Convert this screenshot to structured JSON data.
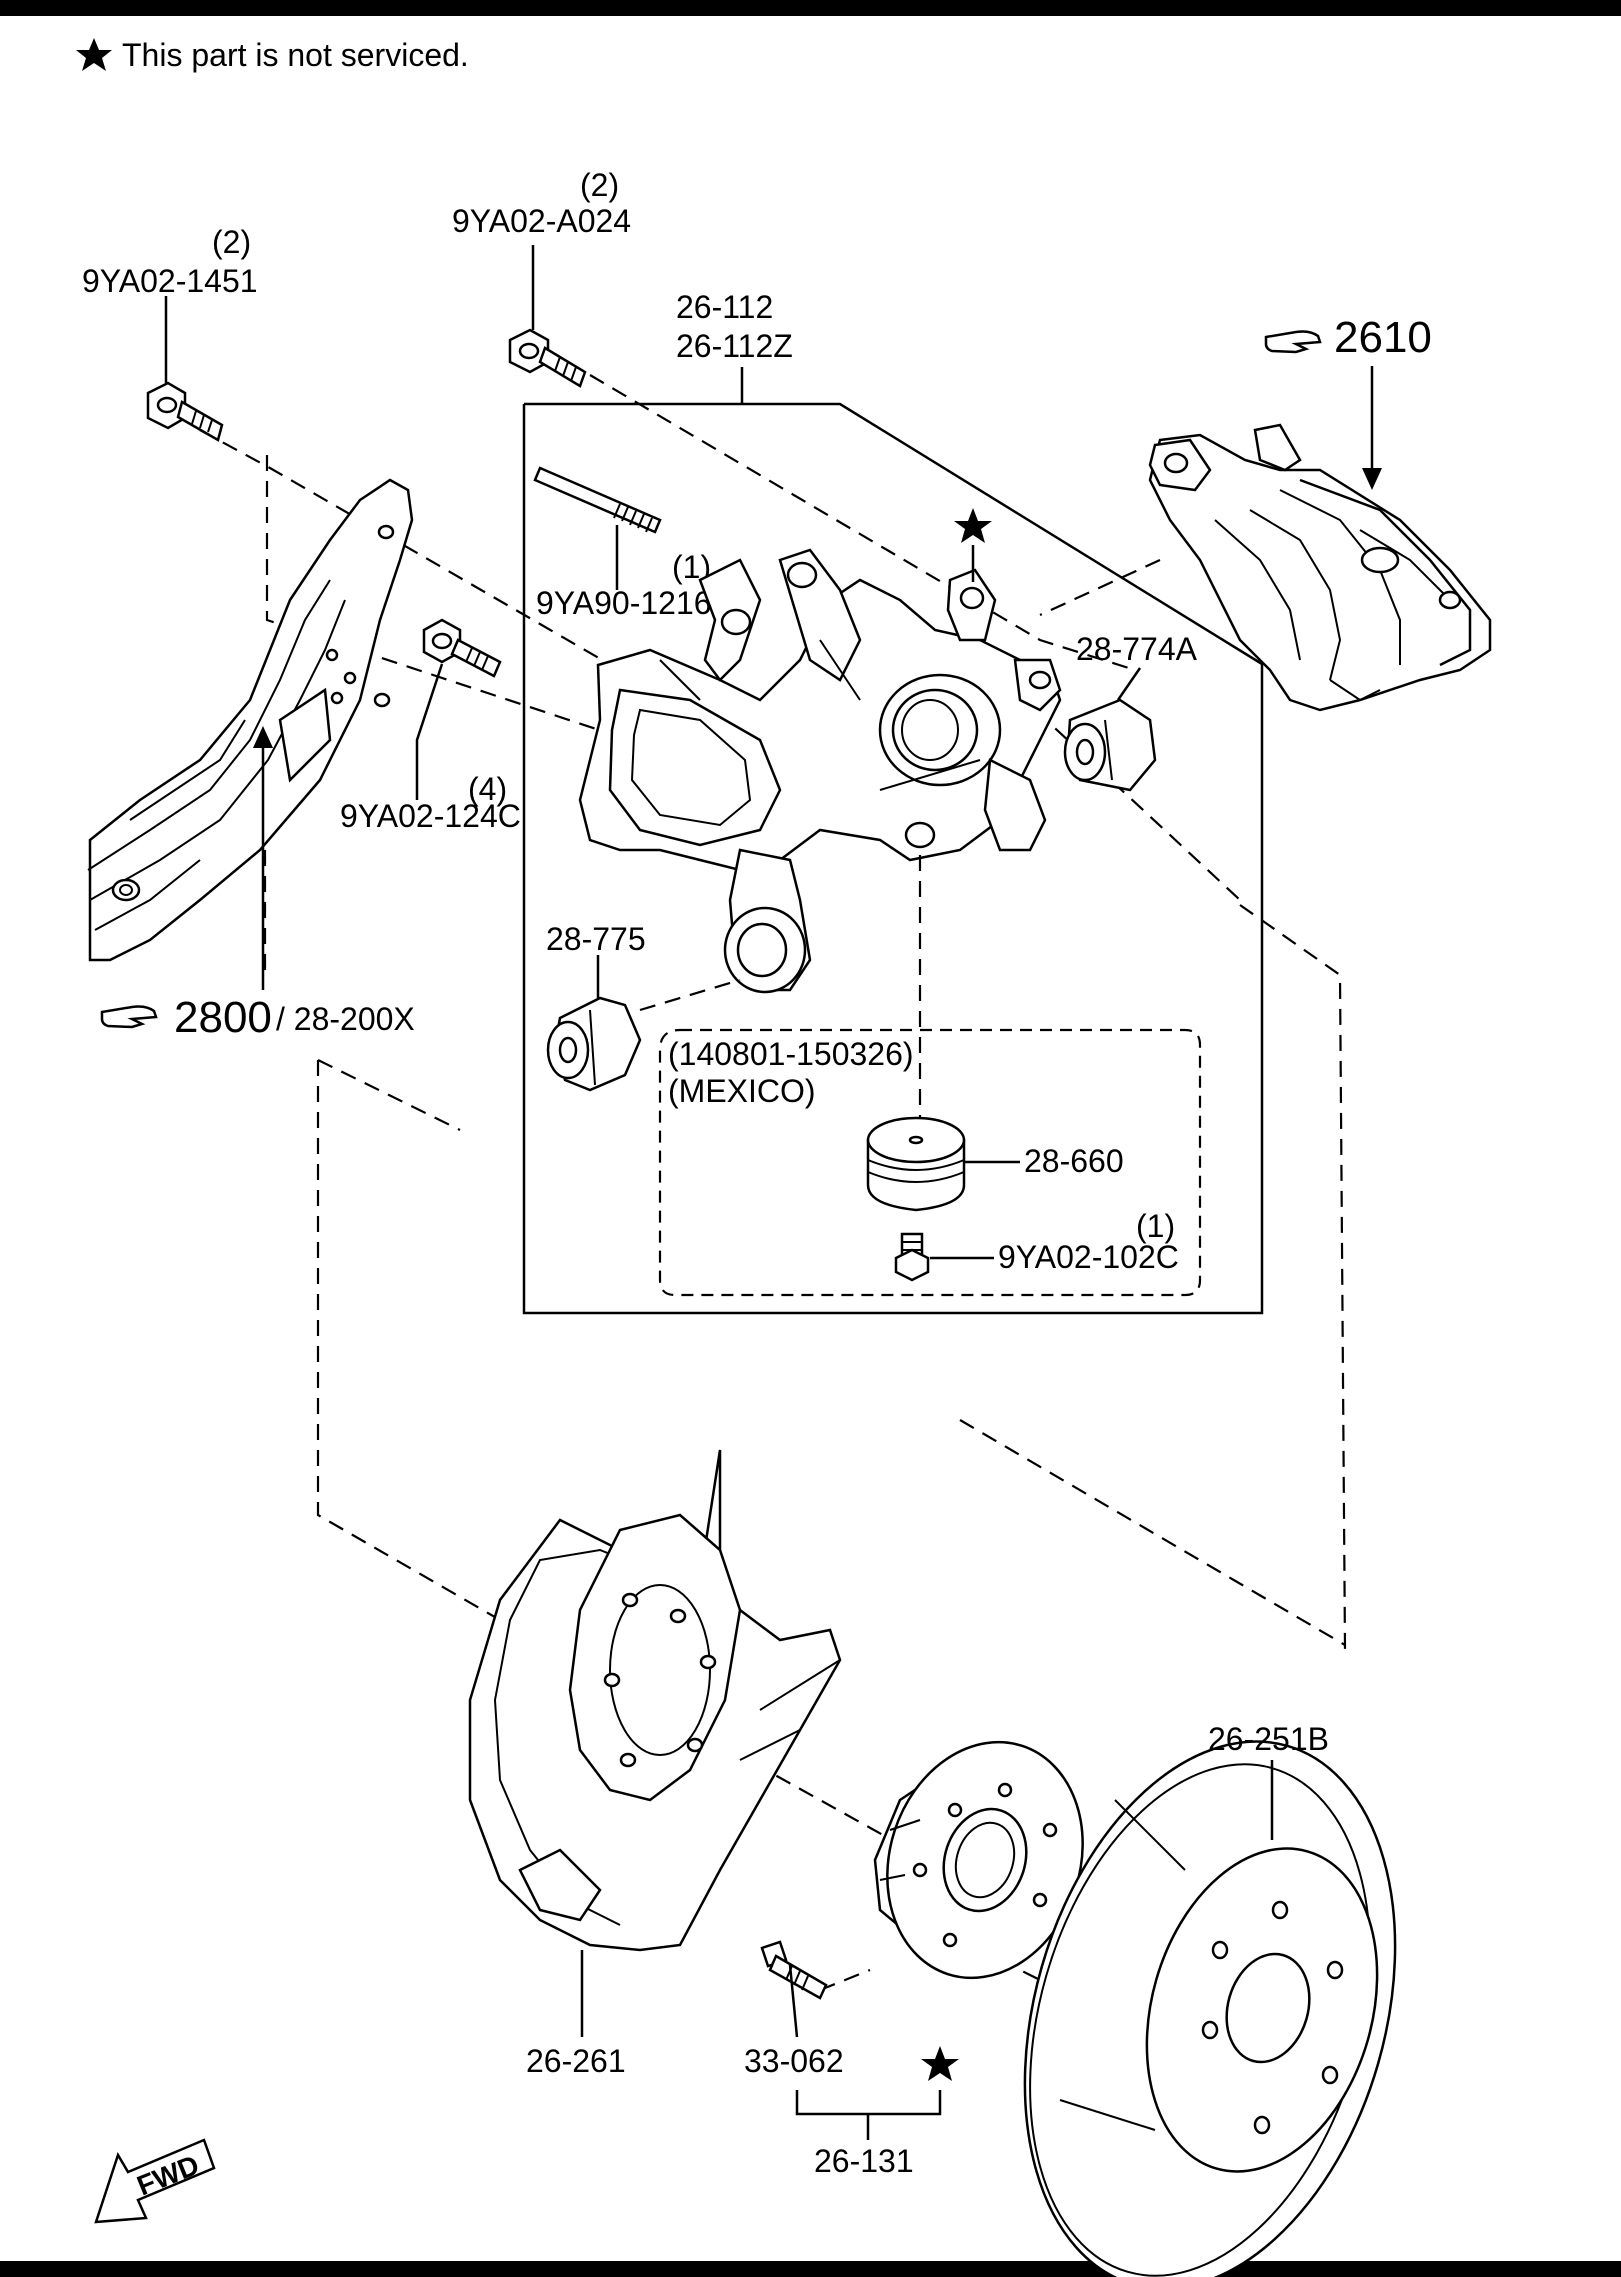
{
  "note": {
    "text": "This part is not serviced."
  },
  "labels": {
    "bolt_1451_qty": "(2)",
    "bolt_1451": "9YA02-1451",
    "bolt_a024_qty": "(2)",
    "bolt_a024": "9YA02-A024",
    "knuckle_1": "26-112",
    "knuckle_2": "26-112Z",
    "caliper_ref": "2610",
    "stud_qty": "(1)",
    "stud": "9YA90-1216",
    "bushing_a": "28-774A",
    "bolt_124c_qty": "(4)",
    "bolt_124c": "9YA02-124C",
    "bushing_775": "28-775",
    "arm_ref": "2800",
    "arm_ref_alt": "/ 28-200X",
    "mexico_dates": "(140801-150326)",
    "mexico": "(MEXICO)",
    "cap": "28-660",
    "bolt_102c_qty": "(1)",
    "bolt_102c": "9YA02-102C",
    "rotor": "26-251B",
    "shield": "26-261",
    "hub_bolt": "33-062",
    "hub": "26-131",
    "fwd": "FWD"
  },
  "icons": {
    "star": "star-icon",
    "pointing_hand": "pointing-hand-icon",
    "fwd_arrow": "fwd-arrow-icon"
  }
}
